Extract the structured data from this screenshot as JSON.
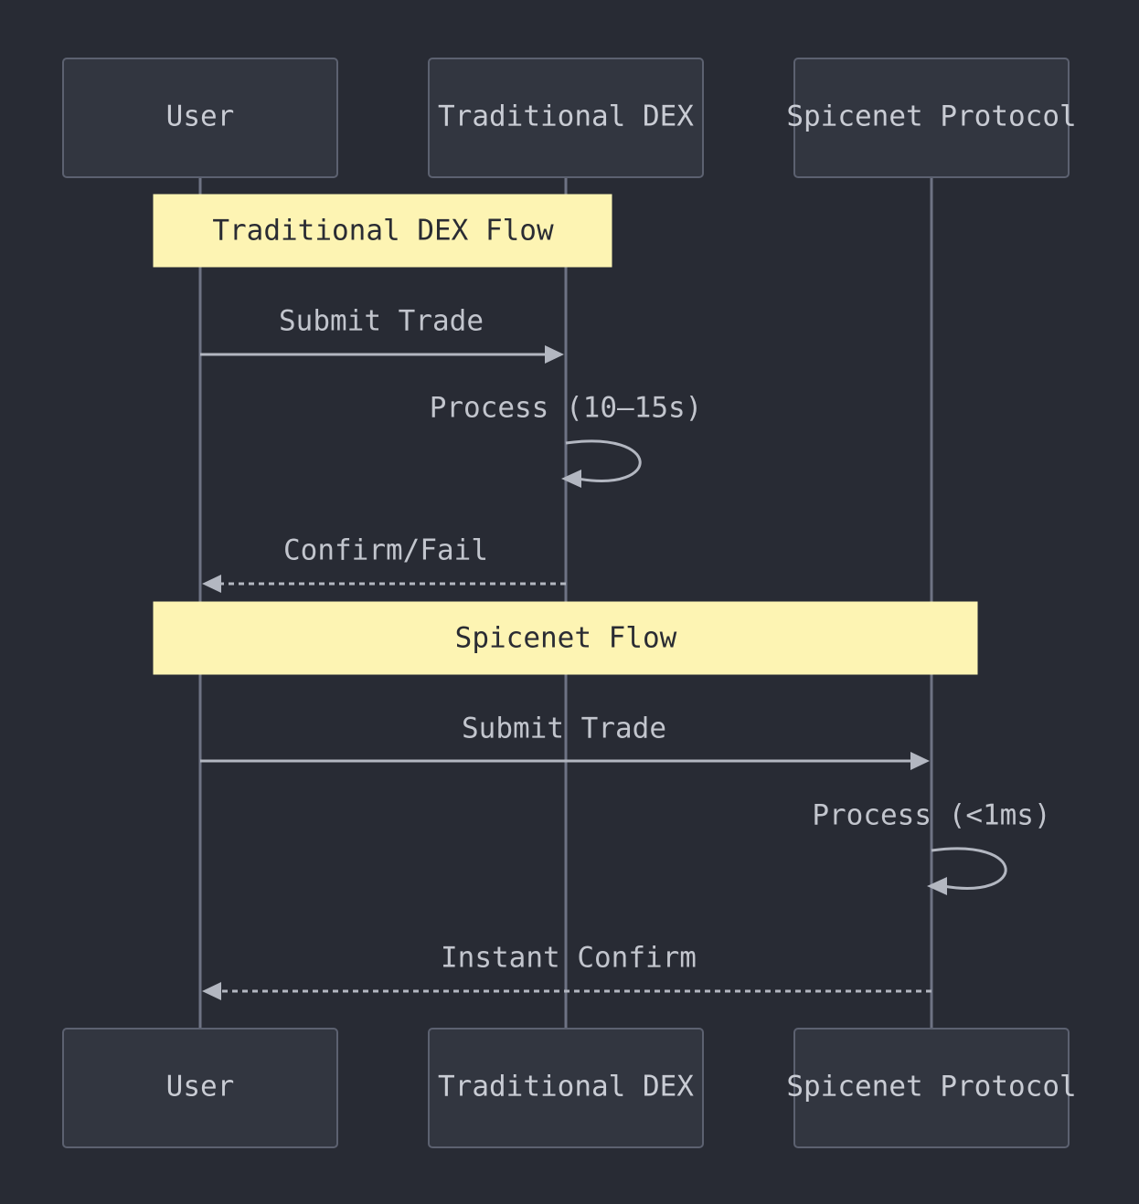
{
  "actors": [
    {
      "id": "user",
      "label": "User"
    },
    {
      "id": "dex",
      "label": "Traditional DEX"
    },
    {
      "id": "spicenet",
      "label": "Spicenet Protocol"
    }
  ],
  "notes": [
    {
      "label": "Traditional DEX Flow"
    },
    {
      "label": "Spicenet Flow"
    }
  ],
  "messages": [
    {
      "label": "Submit Trade",
      "from": "user",
      "to": "dex",
      "style": "solid"
    },
    {
      "label": "Process (10–15s)",
      "from": "dex",
      "to": "dex",
      "style": "solid"
    },
    {
      "label": "Confirm/Fail",
      "from": "dex",
      "to": "user",
      "style": "dashed"
    },
    {
      "label": "Submit Trade",
      "from": "user",
      "to": "spicenet",
      "style": "solid"
    },
    {
      "label": "Process (<1ms)",
      "from": "spicenet",
      "to": "spicenet",
      "style": "solid"
    },
    {
      "label": "Instant Confirm",
      "from": "spicenet",
      "to": "user",
      "style": "dashed"
    }
  ]
}
